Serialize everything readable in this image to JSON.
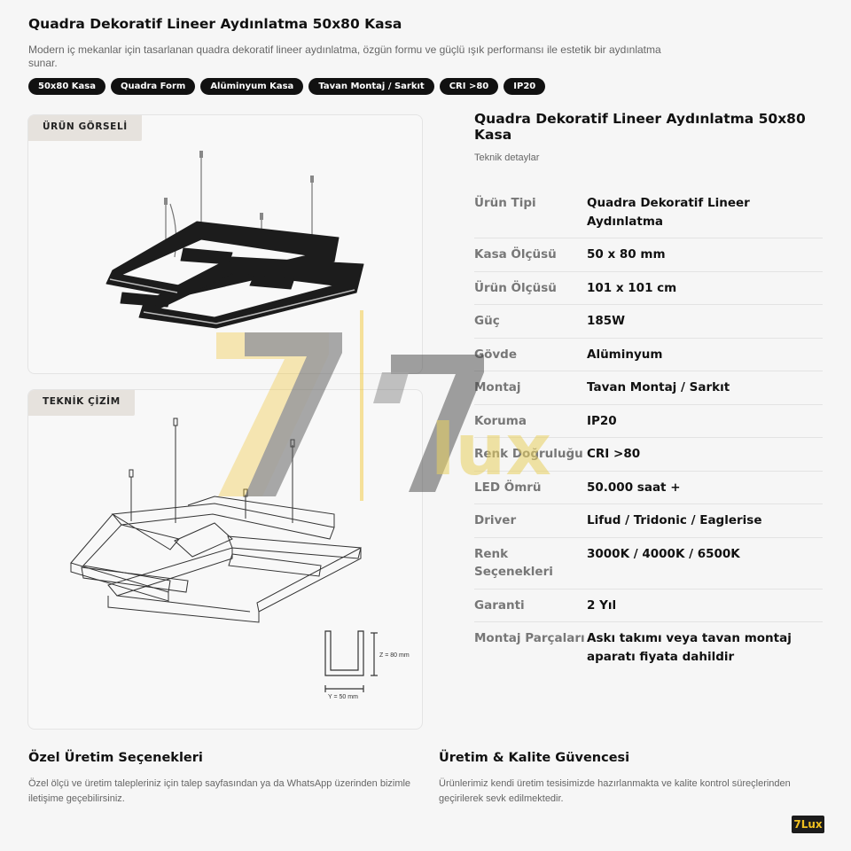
{
  "header": {
    "title": "Quadra Dekoratif Lineer Aydınlatma 50x80 Kasa",
    "subtitle": "Modern iç mekanlar için tasarlanan quadra dekoratif lineer aydınlatma, özgün formu ve güçlü ışık performansı ile estetik bir aydınlatma sunar."
  },
  "tags": [
    "50x80 Kasa",
    "Quadra Form",
    "Alüminyum Kasa",
    "Tavan Montaj / Sarkıt",
    "CRI >80",
    "IP20"
  ],
  "product_card": {
    "label": "ÜRÜN GÖRSELİ"
  },
  "drawing_card": {
    "label": "TEKNİK ÇİZİM",
    "dim_z": "Z = 80 mm",
    "dim_y": "Y = 50 mm"
  },
  "specs": {
    "title": "Quadra Dekoratif Lineer Aydınlatma 50x80 Kasa",
    "subtitle": "Teknik detaylar",
    "rows": [
      {
        "key": "Ürün Tipi",
        "value": "Quadra Dekoratif Lineer Aydınlatma"
      },
      {
        "key": "Kasa Ölçüsü",
        "value": "50 x 80 mm"
      },
      {
        "key": "Ürün Ölçüsü",
        "value": "101 x 101 cm"
      },
      {
        "key": "Güç",
        "value": "185W"
      },
      {
        "key": "Gövde",
        "value": "Alüminyum"
      },
      {
        "key": "Montaj",
        "value": "Tavan Montaj / Sarkıt"
      },
      {
        "key": "Koruma",
        "value": "IP20"
      },
      {
        "key": "Renk Doğruluğu",
        "value": "CRI >80"
      },
      {
        "key": "LED Ömrü",
        "value": "50.000 saat +"
      },
      {
        "key": "Driver",
        "value": "Lifud / Tridonic / Eaglerise"
      },
      {
        "key": "Renk Seçenekleri",
        "value": "3000K / 4000K / 6500K"
      },
      {
        "key": "Garanti",
        "value": "2 Yıl"
      },
      {
        "key": "Montaj Parçaları",
        "value": "Askı takımı veya tavan montaj aparatı fiyata dahildir"
      }
    ]
  },
  "sections": {
    "custom": {
      "title": "Özel Üretim Seçenekleri",
      "text": "Özel ölçü ve üretim talepleriniz için talep sayfasından ya da WhatsApp üzerinden bizimle iletişime geçebilirsiniz."
    },
    "quality": {
      "title": "Üretim & Kalite Güvencesi",
      "text": "Ürünlerimiz kendi üretim tesisimizde hazırlanmakta ve kalite kontrol süreçlerinden geçirilerek sevk edilmektedir."
    }
  },
  "watermark": {
    "text_lux": "lux"
  },
  "logo": {
    "text": "7Lux"
  },
  "colors": {
    "accent": "#f0c020",
    "dark": "#111111",
    "tag_bg": "#111111",
    "label_bg": "#e6e2dd"
  }
}
